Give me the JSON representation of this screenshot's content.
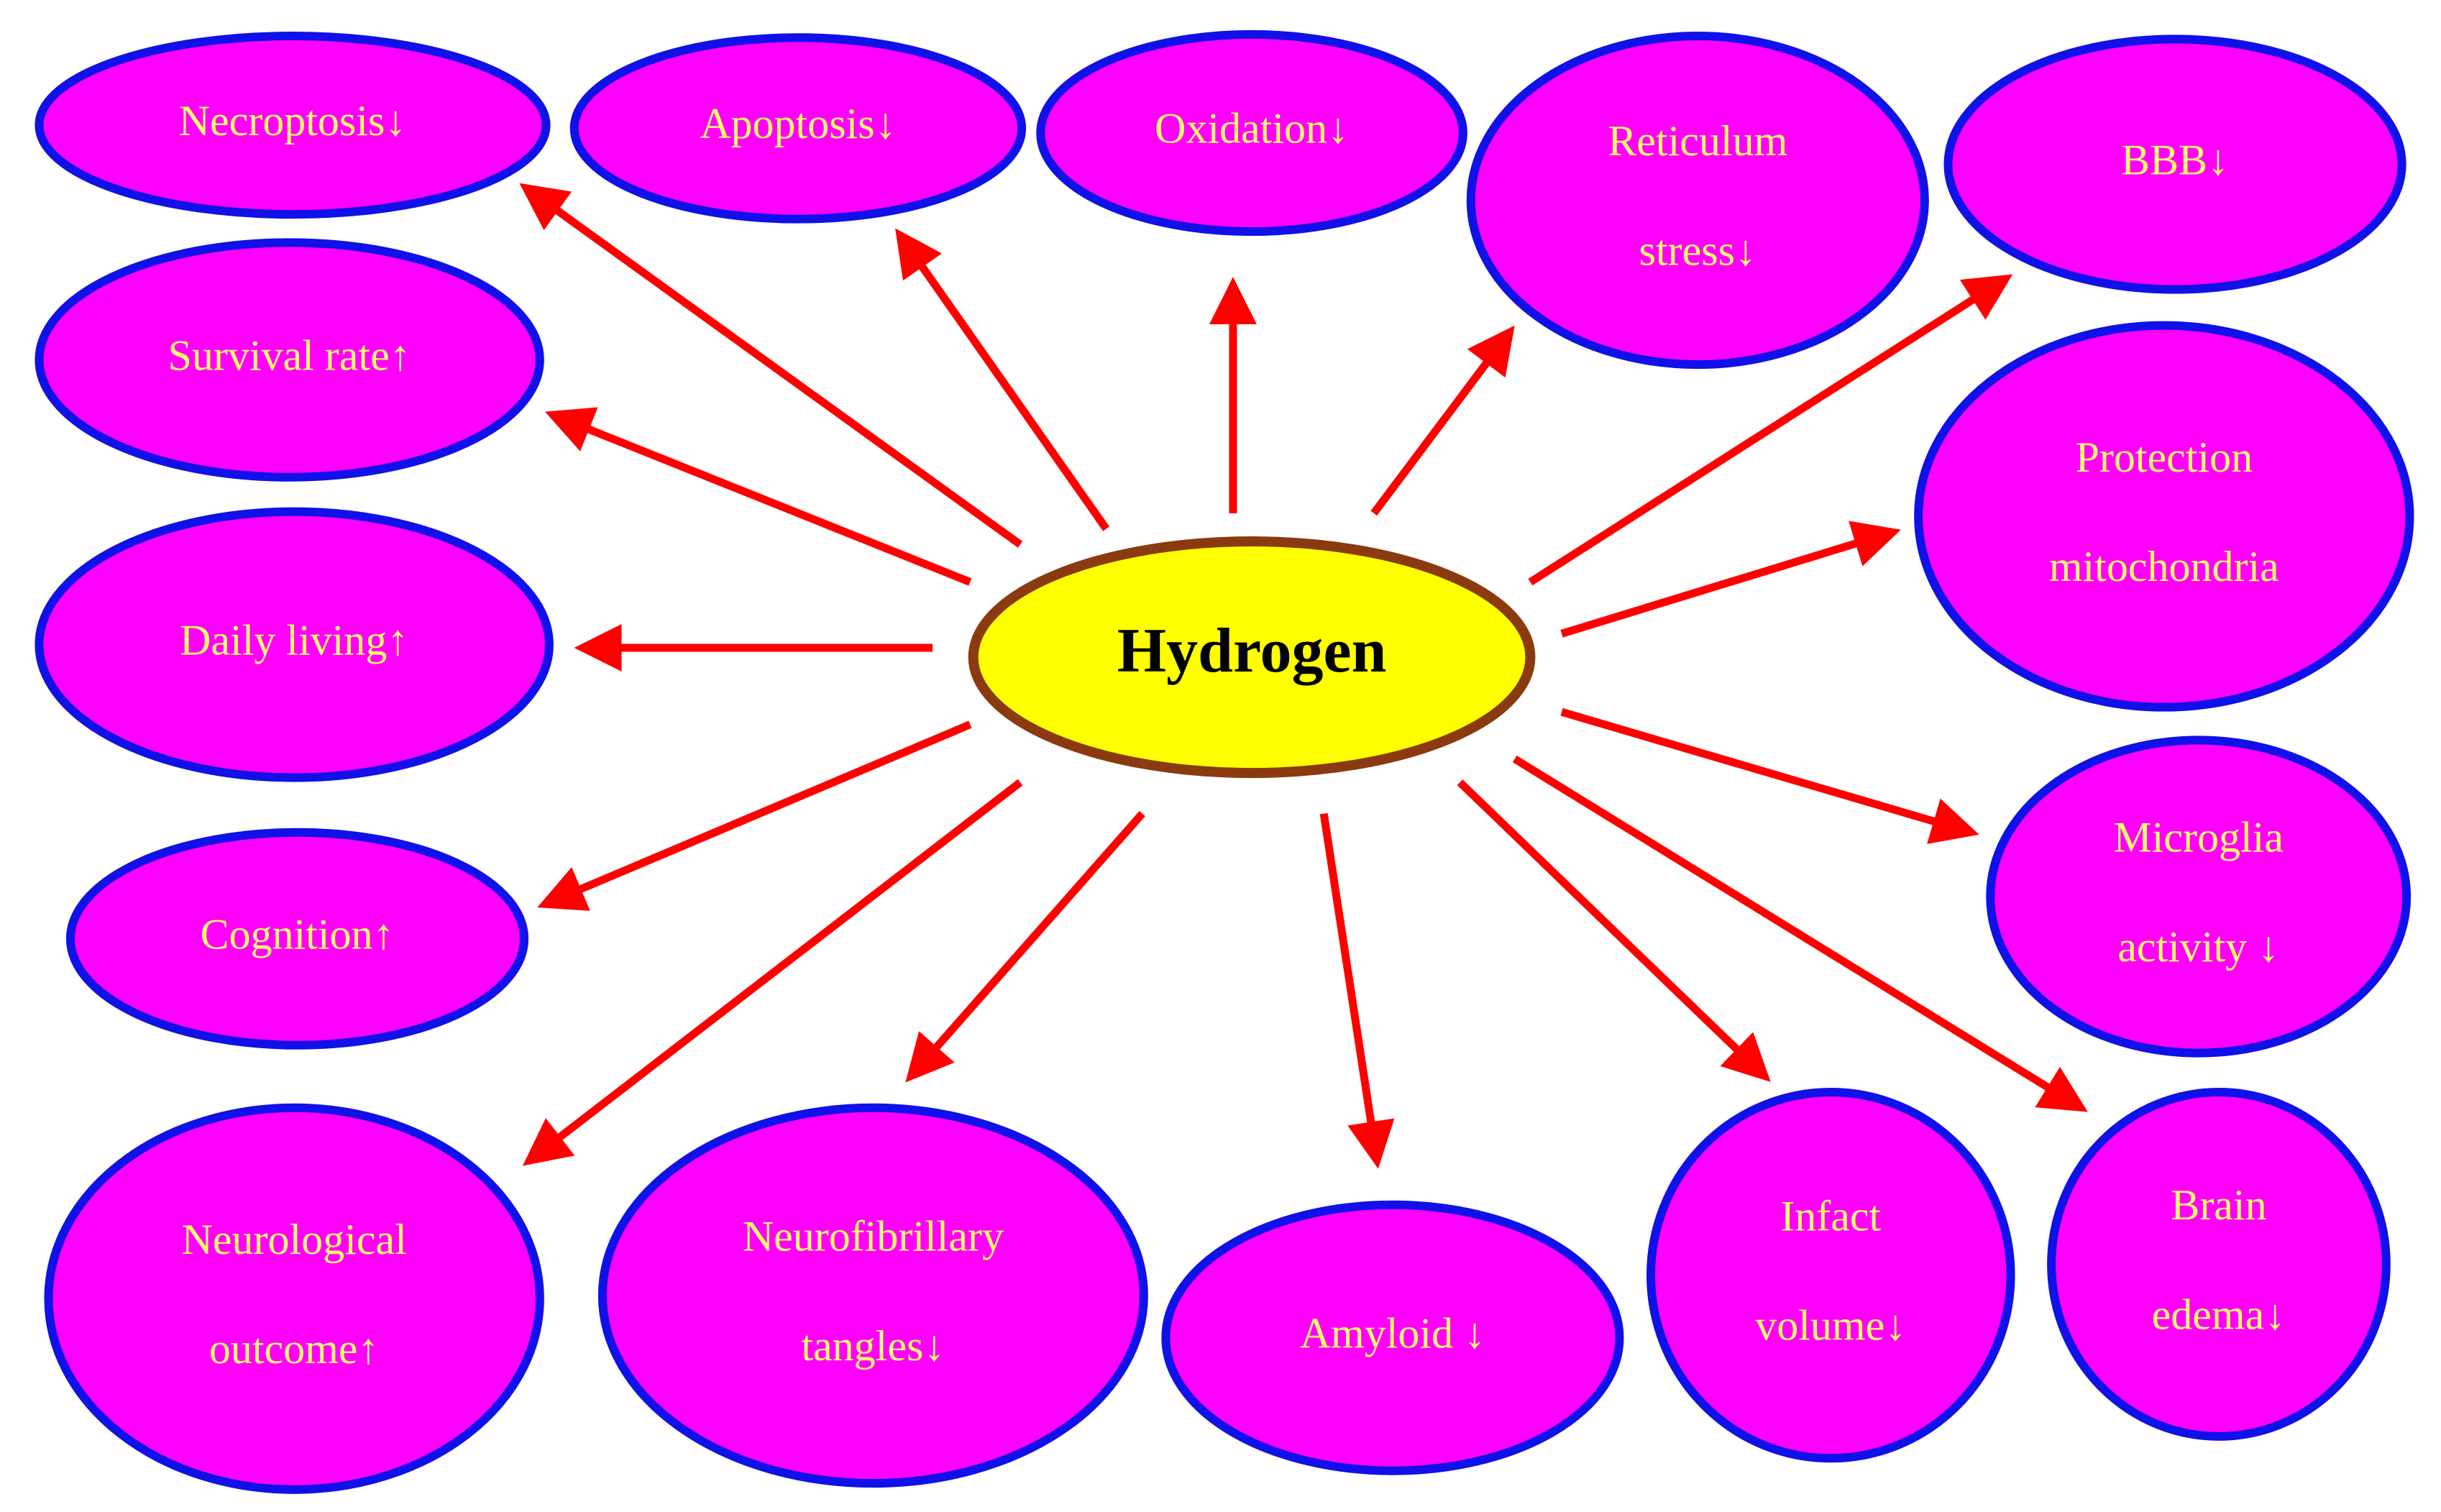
{
  "colors": {
    "node_fill": "#FF00FF",
    "node_stroke": "#1010E8",
    "node_text": "#FFFF66",
    "center_fill": "#FFFF00",
    "center_stroke": "#8B3A10",
    "center_text": "#000000",
    "arrow": "#FF0000"
  },
  "center": {
    "label": "Hydrogen"
  },
  "nodes": [
    {
      "id": "necroptosis",
      "lines": [
        "Necroptosis↓"
      ]
    },
    {
      "id": "apoptosis",
      "lines": [
        "Apoptosis↓"
      ]
    },
    {
      "id": "oxidation",
      "lines": [
        "Oxidation↓"
      ]
    },
    {
      "id": "reticulum-stress",
      "lines": [
        "Reticulum",
        "stress↓"
      ]
    },
    {
      "id": "bbb",
      "lines": [
        "BBB↓"
      ]
    },
    {
      "id": "survival-rate",
      "lines": [
        "Survival rate↑"
      ]
    },
    {
      "id": "protection-mitochondria",
      "lines": [
        "Protection",
        "mitochondria"
      ]
    },
    {
      "id": "daily-living",
      "lines": [
        "Daily living↑"
      ]
    },
    {
      "id": "cognition",
      "lines": [
        "Cognition↑"
      ]
    },
    {
      "id": "microglia-activity",
      "lines": [
        "Microglia",
        "activity ↓"
      ]
    },
    {
      "id": "neurological-outcome",
      "lines": [
        "Neurological",
        "outcome↑"
      ]
    },
    {
      "id": "neurofibrillary-tangles",
      "lines": [
        "Neurofibrillary",
        "tangles↓"
      ]
    },
    {
      "id": "amyloid",
      "lines": [
        "Amyloid ↓"
      ]
    },
    {
      "id": "infact-volume",
      "lines": [
        "Infact",
        "volume↓"
      ]
    },
    {
      "id": "brain-edema",
      "lines": [
        "Brain",
        "edema↓"
      ]
    }
  ]
}
